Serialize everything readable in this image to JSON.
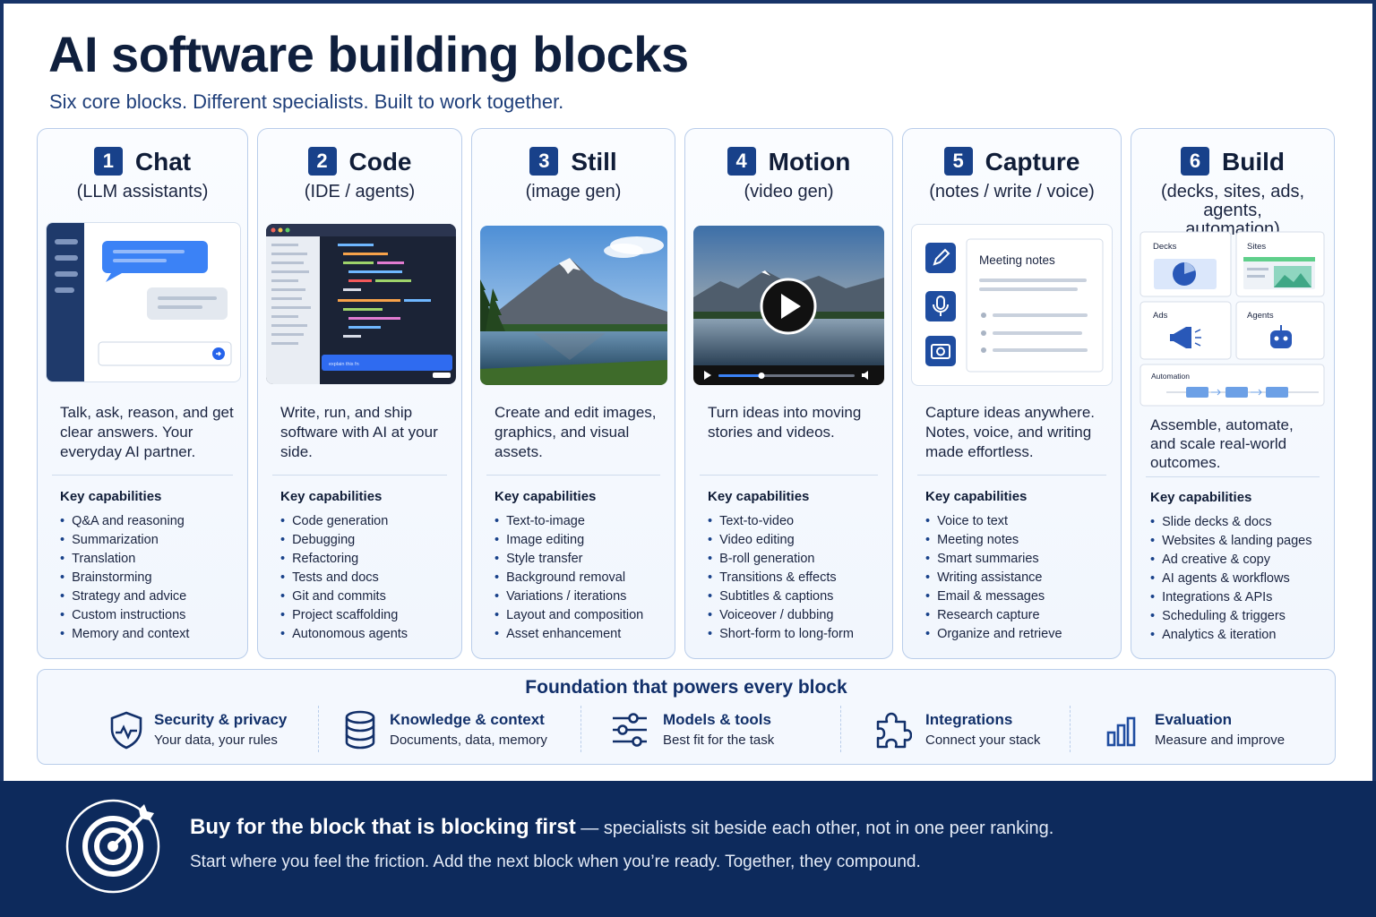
{
  "title": "AI software building blocks",
  "subtitle": "Six core blocks. Different specialists. Built to work together.",
  "key_heading": "Key capabilities",
  "blocks": [
    {
      "num": "1",
      "name": "Chat",
      "sub": "(LLM assistants)",
      "desc": "Talk, ask, reason, and get clear answers. Your everyday AI partner.",
      "caps": [
        "Q&A and reasoning",
        "Summarization",
        "Translation",
        "Brainstorming",
        "Strategy and advice",
        "Custom instructions",
        "Memory and context"
      ]
    },
    {
      "num": "2",
      "name": "Code",
      "sub": "(IDE / agents)",
      "desc": "Write, run, and ship software with AI at your side.",
      "caps": [
        "Code generation",
        "Debugging",
        "Refactoring",
        "Tests and docs",
        "Git and commits",
        "Project scaffolding",
        "Autonomous agents"
      ]
    },
    {
      "num": "3",
      "name": "Still",
      "sub": "(image gen)",
      "desc": "Create and edit images, graphics, and visual assets.",
      "caps": [
        "Text-to-image",
        "Image editing",
        "Style transfer",
        "Background removal",
        "Variations / iterations",
        "Layout and composition",
        "Asset enhancement"
      ]
    },
    {
      "num": "4",
      "name": "Motion",
      "sub": "(video gen)",
      "desc": "Turn ideas into moving stories and videos.",
      "caps": [
        "Text-to-video",
        "Video editing",
        "B-roll generation",
        "Transitions & effects",
        "Subtitles & captions",
        "Voiceover / dubbing",
        "Short-form to long-form"
      ]
    },
    {
      "num": "5",
      "name": "Capture",
      "sub": "(notes / write / voice)",
      "desc": "Capture ideas anywhere. Notes, voice, and writing made effortless.",
      "caps": [
        "Voice to text",
        "Meeting notes",
        "Smart summaries",
        "Writing assistance",
        "Email & messages",
        "Research capture",
        "Organize and retrieve"
      ]
    },
    {
      "num": "6",
      "name": "Build",
      "sub": "(decks, sites, ads, agents, automation)",
      "desc": "Assemble, automate, and scale real-world outcomes.",
      "caps": [
        "Slide decks & docs",
        "Websites & landing pages",
        "Ad creative & copy",
        "AI agents & workflows",
        "Integrations & APIs",
        "Scheduling & triggers",
        "Analytics & iteration"
      ]
    }
  ],
  "capture_mock": {
    "notes_title": "Meeting notes"
  },
  "code_mock": {
    "input_text": "explain this fn"
  },
  "build_mock": {
    "decks": "Decks",
    "sites": "Sites",
    "ads": "Ads",
    "agents": "Agents",
    "automation": "Automation"
  },
  "foundation": {
    "title": "Foundation that powers every block",
    "items": [
      {
        "name": "Security & privacy",
        "sub": "Your data, your rules",
        "icon": "shield-icon"
      },
      {
        "name": "Knowledge & context",
        "sub": "Documents, data, memory",
        "icon": "database-icon"
      },
      {
        "name": "Models & tools",
        "sub": "Best fit for the task",
        "icon": "sliders-icon"
      },
      {
        "name": "Integrations",
        "sub": "Connect your stack",
        "icon": "puzzle-icon"
      },
      {
        "name": "Evaluation",
        "sub": "Measure and improve",
        "icon": "bar-chart-icon"
      }
    ]
  },
  "banner": {
    "bold": "Buy for the block that is blocking first",
    "rest": " — specialists sit beside each other, not in one peer ranking.",
    "line2": "Start where you feel the friction. Add the next block when you’re ready. Together, they compound."
  },
  "colors": {
    "navy": "#0d2a5c",
    "accent": "#18418a",
    "bubble": "#3b82f6",
    "border": "#b9cdea"
  }
}
